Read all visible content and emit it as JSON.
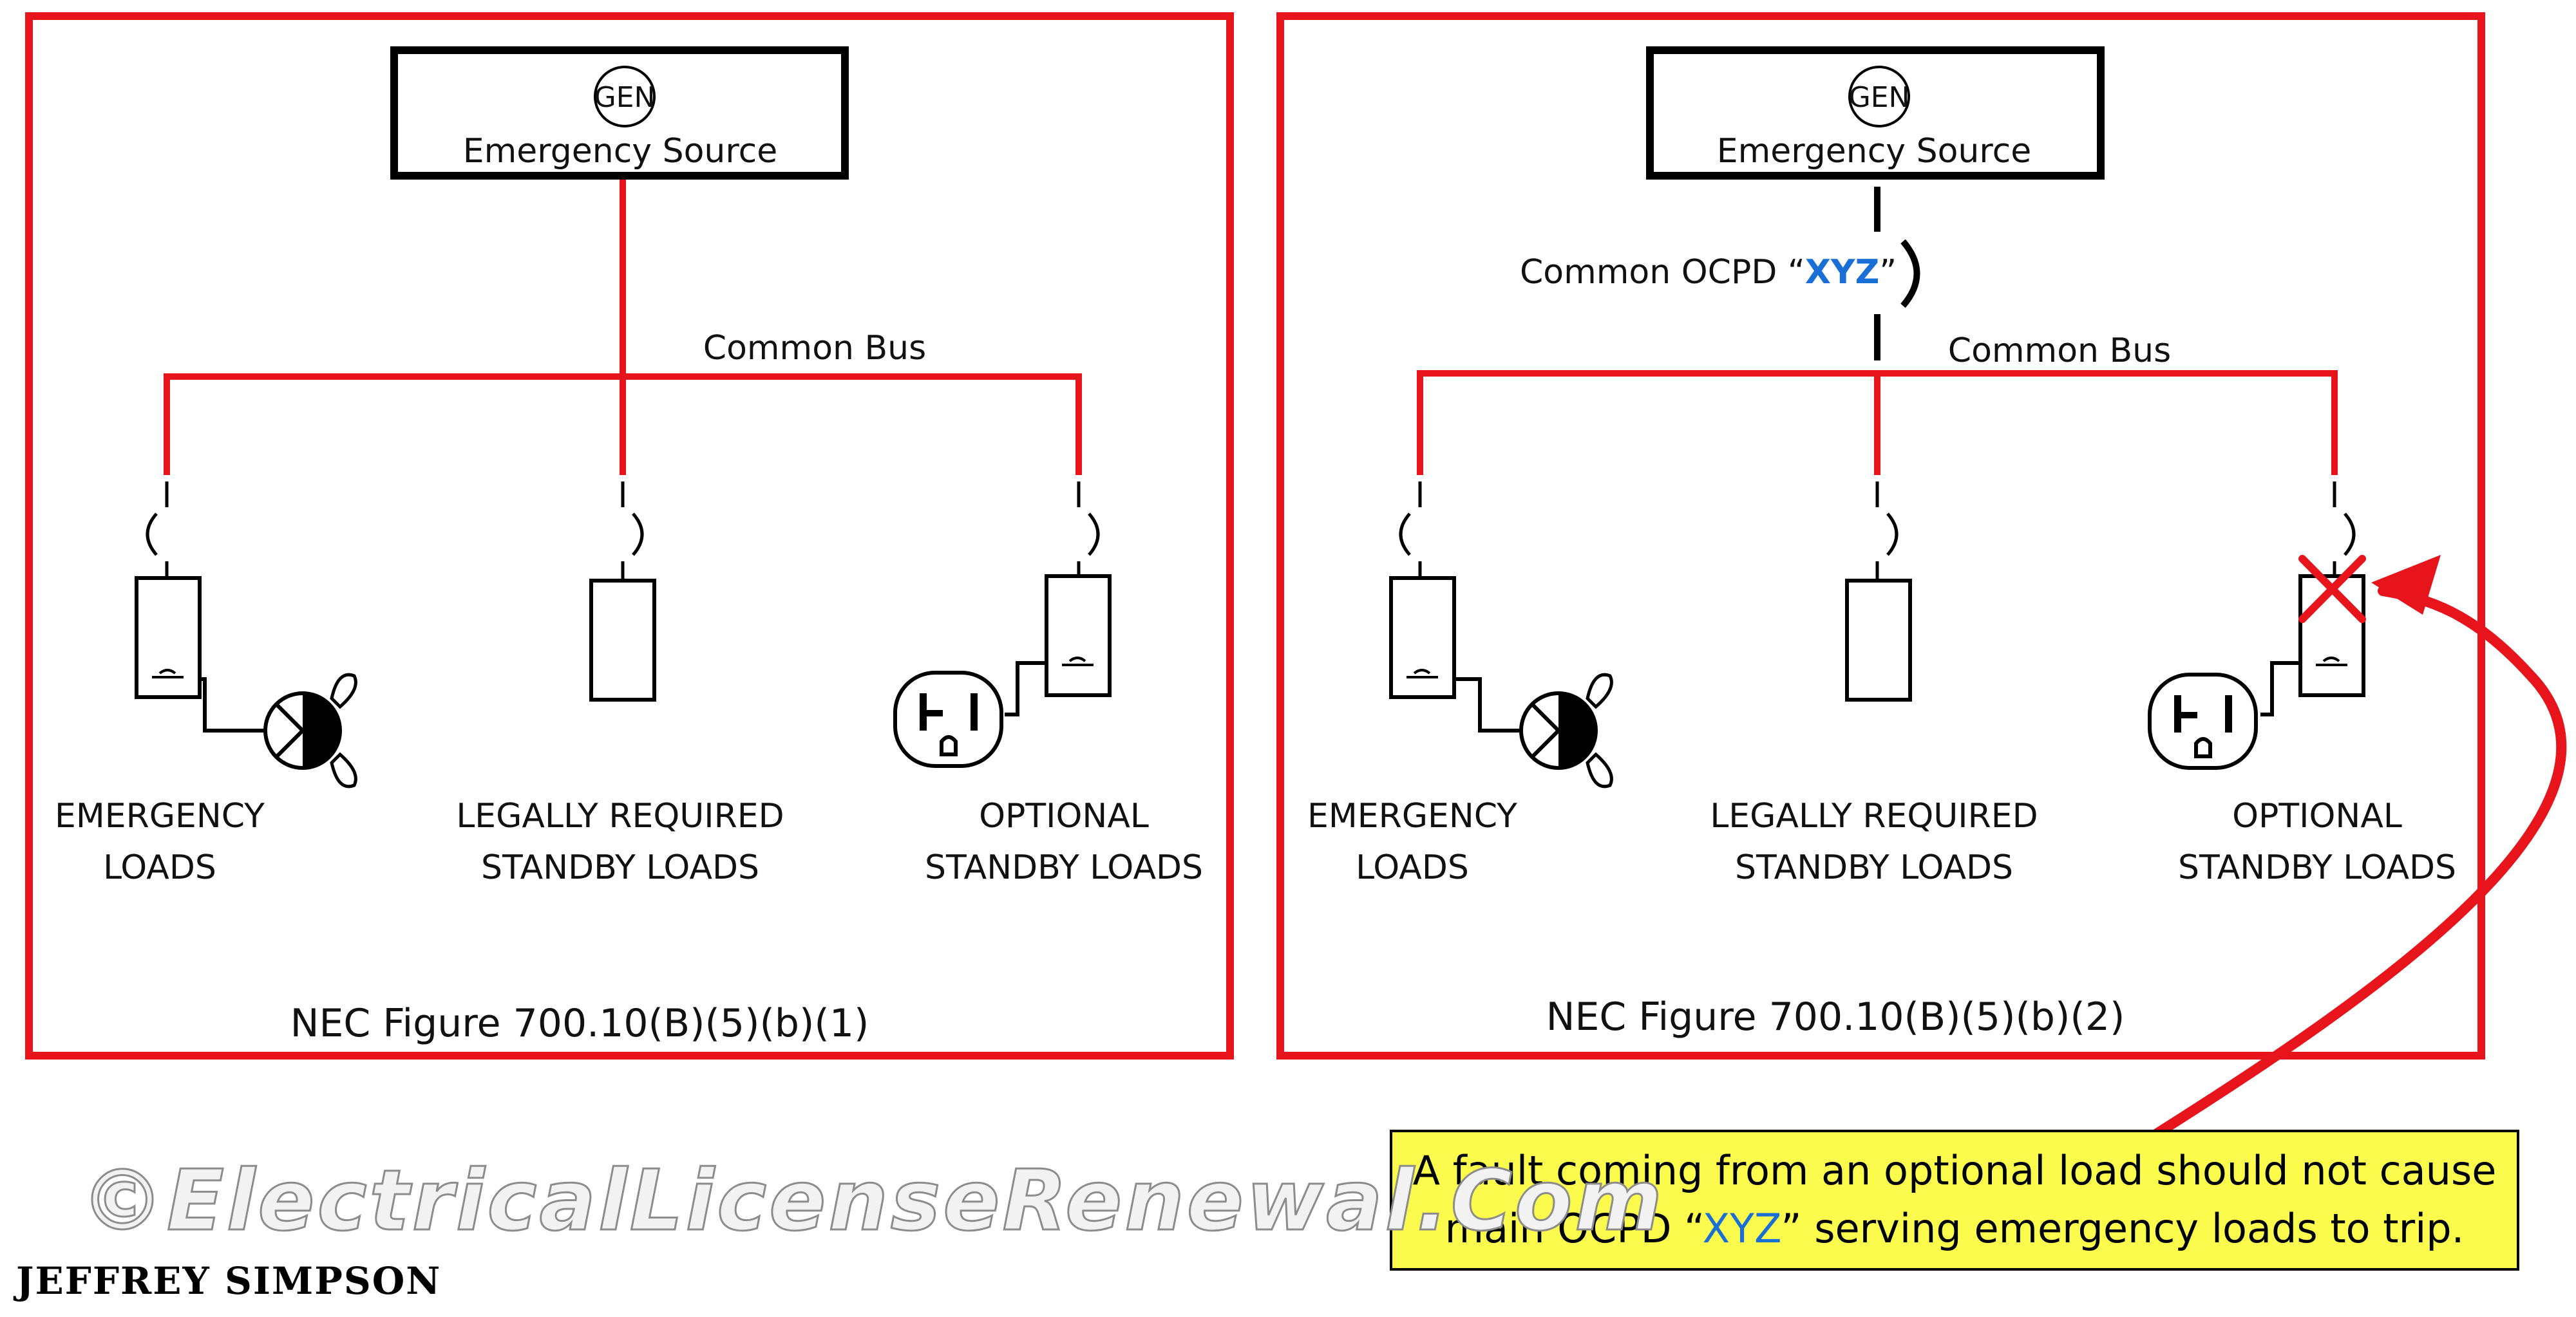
{
  "colors": {
    "frame": "#e8141b",
    "bus": "#e8141b",
    "wire": "#111111",
    "accent": "#1a6fd6",
    "note_bg": "#fbfb4e"
  },
  "panels": [
    {
      "source": {
        "gen": "GEN",
        "label": "Emergency Source"
      },
      "bus_label": "Common Bus",
      "loads": [
        {
          "line1": "EMERGENCY",
          "line2": "LOADS",
          "icon": "lamp-icon"
        },
        {
          "line1": "LEGALLY REQUIRED",
          "line2": "STANDBY LOADS",
          "icon": ""
        },
        {
          "line1": "OPTIONAL",
          "line2": "STANDBY LOADS",
          "icon": "receptacle-icon"
        }
      ],
      "caption": "NEC Figure 700.10(B)(5)(b)(1)"
    },
    {
      "source": {
        "gen": "GEN",
        "label": "Emergency Source"
      },
      "ocpd": {
        "prefix": "Common OCPD “",
        "name": "XYZ",
        "suffix": "”"
      },
      "bus_label": "Common Bus",
      "loads": [
        {
          "line1": "EMERGENCY",
          "line2": "LOADS",
          "icon": "lamp-icon"
        },
        {
          "line1": "LEGALLY REQUIRED",
          "line2": "STANDBY LOADS",
          "icon": ""
        },
        {
          "line1": "OPTIONAL",
          "line2": "STANDBY LOADS",
          "icon": "receptacle-icon"
        }
      ],
      "caption": "NEC Figure 700.10(B)(5)(b)(2)",
      "fault_icon": "fault-x-icon"
    }
  ],
  "note": {
    "line1": "A fault coming from an optional load should not cause",
    "line2_prefix": "main OCPD “",
    "line2_name": "XYZ",
    "line2_suffix": "” serving emergency loads to trip."
  },
  "watermark": "©ElectricalLicenseRenewal.Com",
  "author": "JEFFREY SIMPSON"
}
